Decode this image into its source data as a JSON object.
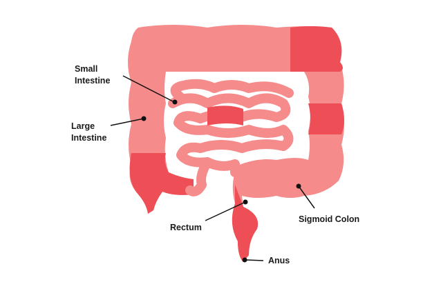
{
  "labels": {
    "small_intestine": "Small\nIntestine",
    "large_intestine": "Large\nIntestine",
    "rectum": "Rectum",
    "sigmoid_colon": "Sigmoid Colon",
    "anus": "Anus"
  },
  "colors": {
    "light": "#f58b8b",
    "dark": "#ee4f57",
    "line": "#111111",
    "text": "#1a1a1a"
  }
}
